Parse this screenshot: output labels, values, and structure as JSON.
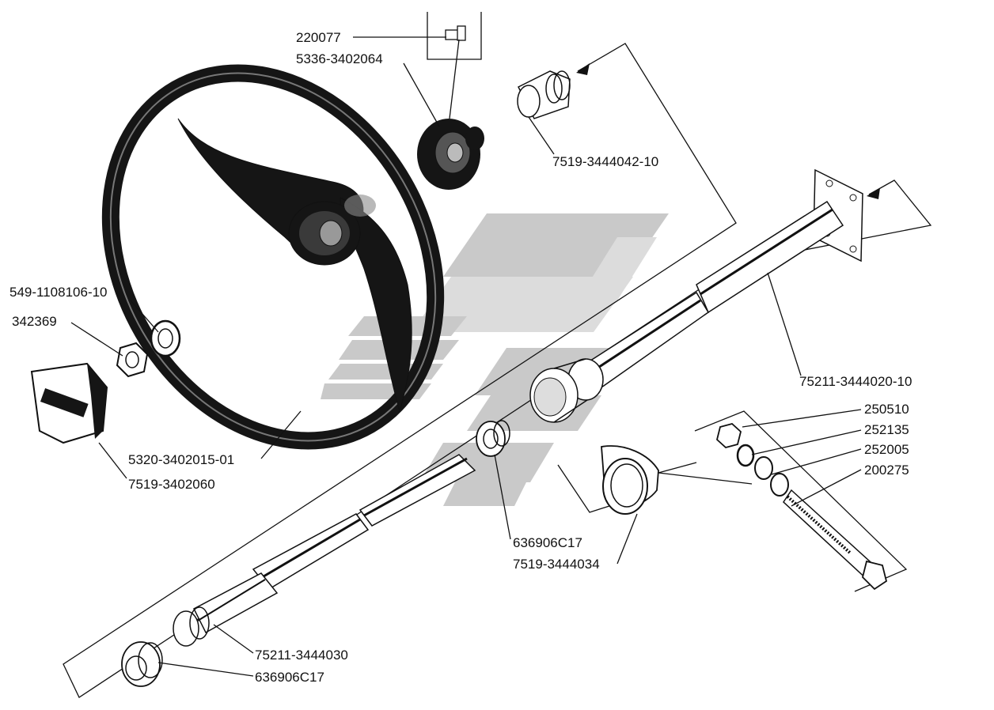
{
  "parts": {
    "bolt": "220077",
    "hub_cap": "5336-3402064",
    "bushing_top": "7519-3444042-10",
    "column_tube": "75211-3444020-10",
    "washer_ring": "549-1108106-10",
    "nut": "342369",
    "horn_button": "7519-3402060",
    "steering_wheel": "5320-3402015-01",
    "nut_small": "250510",
    "washer_spring": "252135",
    "washer_flat": "252005",
    "bolt_long": "200275",
    "bearing_upper": "636906C17",
    "clamp": "7519-3444034",
    "steering_shaft": "75211-3444030",
    "bearing_lower": "636906C17"
  },
  "colors": {
    "ink": "#111111",
    "watermark_dark": "#c9c9c9",
    "watermark_light": "#dcdcdc",
    "background": "#ffffff"
  }
}
